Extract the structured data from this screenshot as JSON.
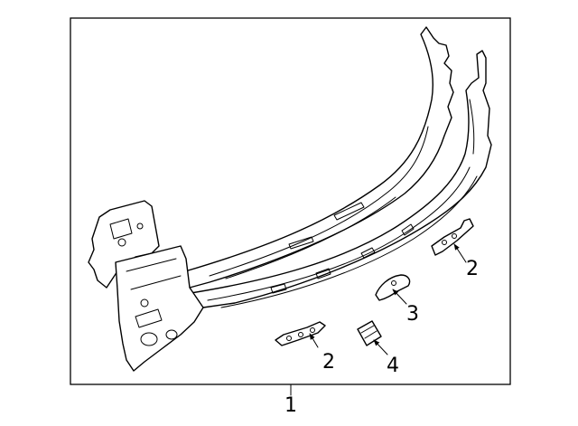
{
  "diagram": {
    "callouts": [
      {
        "id": "c1",
        "label": "1"
      },
      {
        "id": "c2a",
        "label": "2"
      },
      {
        "id": "c2b",
        "label": "2"
      },
      {
        "id": "c3",
        "label": "3"
      },
      {
        "id": "c4",
        "label": "4"
      }
    ]
  }
}
